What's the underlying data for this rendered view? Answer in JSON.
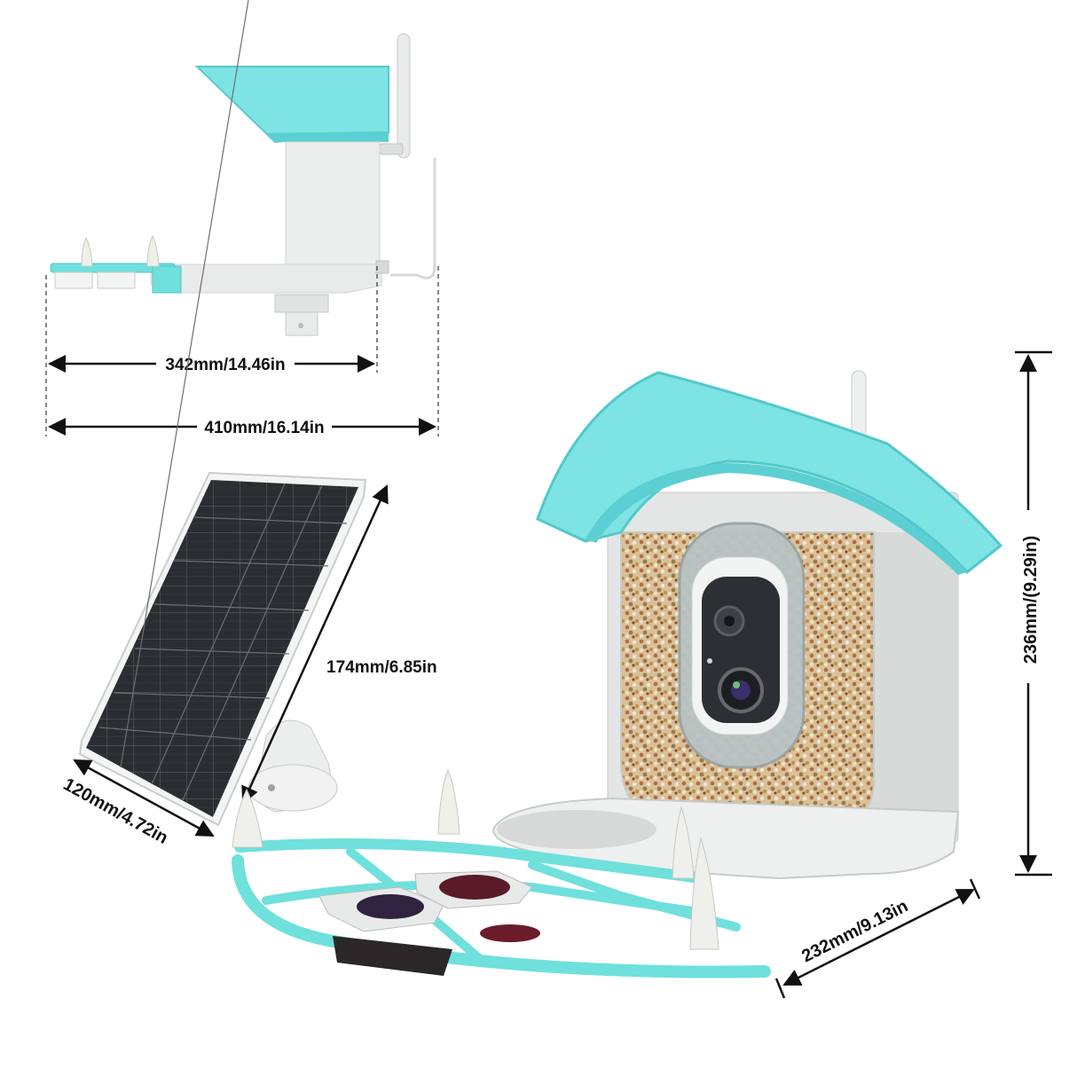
{
  "dimensions": {
    "side_inner_width": "342mm/14.46in",
    "side_total_width": "410mm/16.14in",
    "panel_height": "174mm/6.85in",
    "panel_width": "120mm/4.72in",
    "feeder_height": "236mm/(9.29in)",
    "feeder_width": "232mm/9.13in"
  },
  "colors": {
    "roof": "#7ee3e3",
    "roof_dark": "#52c8cc",
    "body": "#e9ebea",
    "body_shadow": "#cfd3d2",
    "panel": "#2b2d30",
    "perch": "#6fe0dc",
    "seed": "#c9a77a",
    "arrow": "#111111"
  }
}
